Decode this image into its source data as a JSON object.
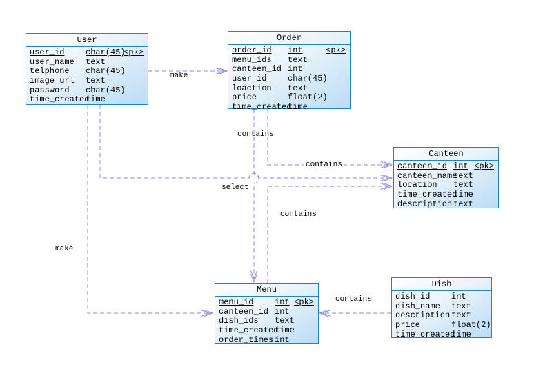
{
  "colors": {
    "canvas_bg": "#ffffff",
    "table_border": "#1a86c8",
    "table_fill_top": "#ffffff",
    "table_fill_bottom": "#badcf5",
    "connector": "#8a8ae2",
    "text": "#000000"
  },
  "tables": [
    {
      "name": "User",
      "fields": [
        {
          "name": "user_id",
          "type": "char(45)",
          "pk": "<pk>"
        },
        {
          "name": "user_name",
          "type": "text",
          "pk": ""
        },
        {
          "name": "telphone",
          "type": "char(45)",
          "pk": ""
        },
        {
          "name": "image_url",
          "type": "text",
          "pk": ""
        },
        {
          "name": "password",
          "type": "char(45)",
          "pk": ""
        },
        {
          "name": "time_created",
          "type": "time",
          "pk": ""
        }
      ]
    },
    {
      "name": "Order",
      "fields": [
        {
          "name": "order_id",
          "type": "int",
          "pk": "<pk>"
        },
        {
          "name": "menu_ids",
          "type": "text",
          "pk": ""
        },
        {
          "name": "canteen_id",
          "type": "int",
          "pk": ""
        },
        {
          "name": "user_id",
          "type": "char(45)",
          "pk": ""
        },
        {
          "name": "loaction",
          "type": "text",
          "pk": ""
        },
        {
          "name": "price",
          "type": "float(2)",
          "pk": ""
        },
        {
          "name": "time_created",
          "type": "time",
          "pk": ""
        }
      ]
    },
    {
      "name": "Canteen",
      "fields": [
        {
          "name": "canteen_id",
          "type": "int",
          "pk": "<pk>"
        },
        {
          "name": "canteen_name",
          "type": "text",
          "pk": ""
        },
        {
          "name": "location",
          "type": "text",
          "pk": ""
        },
        {
          "name": "time_created",
          "type": "time",
          "pk": ""
        },
        {
          "name": "description",
          "type": "text",
          "pk": ""
        }
      ]
    },
    {
      "name": "Menu",
      "fields": [
        {
          "name": "menu_id",
          "type": "int",
          "pk": "<pk>"
        },
        {
          "name": "canteen_id",
          "type": "int",
          "pk": ""
        },
        {
          "name": "dish_ids",
          "type": "text",
          "pk": ""
        },
        {
          "name": "time_created",
          "type": "time",
          "pk": ""
        },
        {
          "name": "order_times",
          "type": "int",
          "pk": ""
        }
      ]
    },
    {
      "name": "Dish",
      "fields": [
        {
          "name": "dish_id",
          "type": "int",
          "pk": ""
        },
        {
          "name": "dish_name",
          "type": "text",
          "pk": ""
        },
        {
          "name": "description",
          "type": "text",
          "pk": ""
        },
        {
          "name": "price",
          "type": "float(2)",
          "pk": ""
        },
        {
          "name": "time_created",
          "type": "time",
          "pk": ""
        }
      ]
    }
  ],
  "connectors": [
    {
      "label": "make",
      "from": "User",
      "to": "Order"
    },
    {
      "label": "contains",
      "from": "Order",
      "to": "Menu"
    },
    {
      "label": "contains",
      "from": "Order",
      "to": "Canteen"
    },
    {
      "label": "select",
      "from": "User",
      "to": "Canteen"
    },
    {
      "label": "contains",
      "from": "Menu",
      "to": "Canteen"
    },
    {
      "label": "make",
      "from": "User",
      "to": "Menu"
    },
    {
      "label": "contains",
      "from": "Dish",
      "to": "Menu"
    }
  ]
}
